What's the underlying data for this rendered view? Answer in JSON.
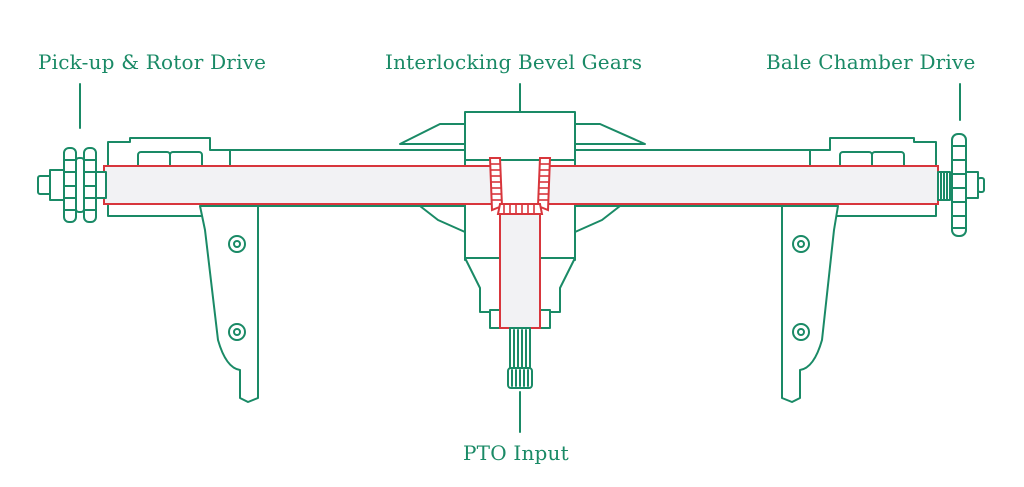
{
  "labels": {
    "left": "Pick-up & Rotor Drive",
    "center": "Interlocking Bevel Gears",
    "right": "Bale Chamber Drive",
    "bottom": "PTO Input"
  },
  "colors": {
    "housing_outline": "#1a8a66",
    "shaft_outline": "#d8363c",
    "shaft_fill": "#f2f2f4",
    "background": "#ffffff"
  }
}
